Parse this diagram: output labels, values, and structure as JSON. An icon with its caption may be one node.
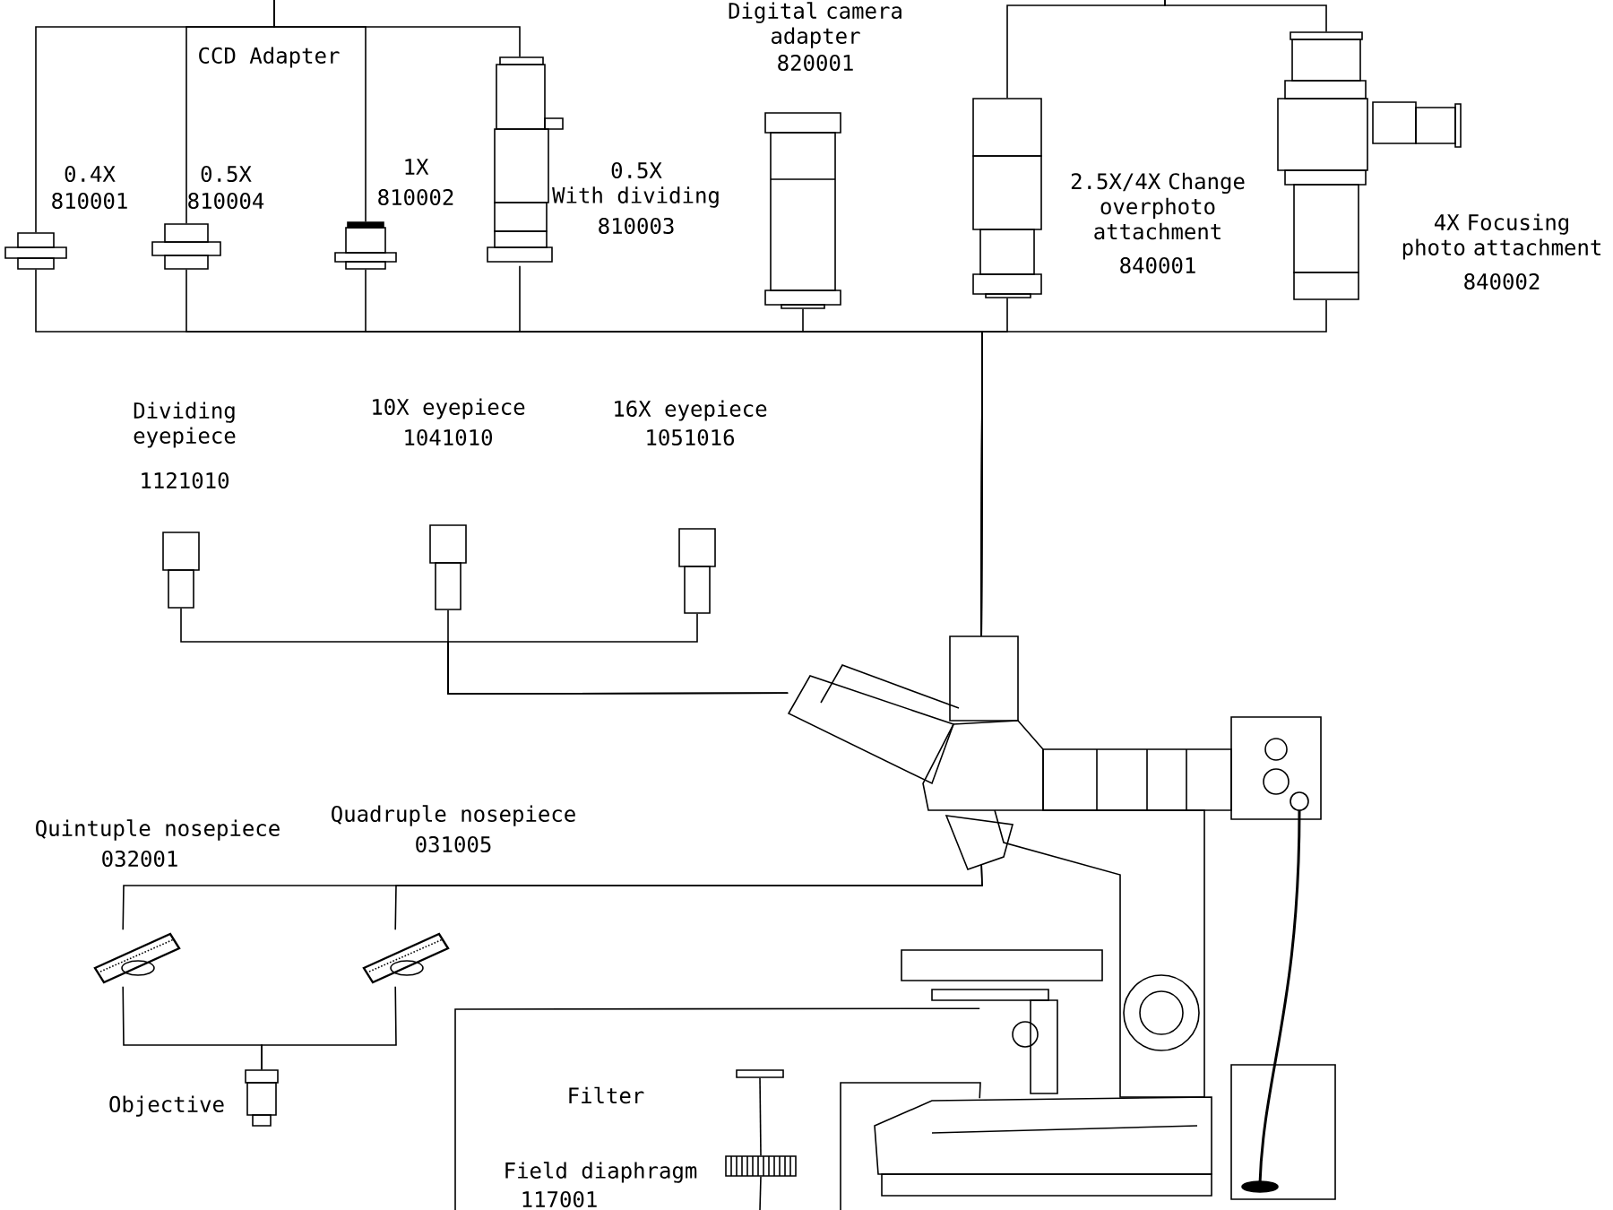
{
  "diagram": {
    "nodes": [
      {
        "text": [
          "0.4X",
          "810001"
        ]
      },
      {
        "text": [
          "0.5X",
          "810004"
        ]
      },
      {
        "text": [
          "1X",
          "810002"
        ]
      },
      {
        "text": [
          "0.5X",
          "With dividing",
          "810003"
        ]
      },
      {
        "text": [
          "Digital camera adapter",
          "820001"
        ]
      },
      {
        "text": [
          "2.5X/4X Change overphoto attachment",
          "840001"
        ]
      },
      {
        "text": [
          "4X Focusing photo attachment",
          "840002"
        ]
      },
      {
        "text": [
          "Dividing eyepiece",
          "1121010"
        ]
      },
      {
        "text": [
          "10X eyepiece",
          "1041010"
        ]
      },
      {
        "text": [
          "16X eyepiece",
          "1051016"
        ]
      },
      {
        "text": [],
        "shape": "picture"
      },
      {
        "text": [
          "Quintuple nosepiece",
          "032001"
        ]
      },
      {
        "text": [
          "Quadruple nosepiece",
          "031005"
        ]
      },
      {
        "text": [
          "Objective"
        ]
      },
      {
        "text": [
          "Filter"
        ]
      },
      {
        "text": [
          "Field diaphragm",
          "117001"
        ]
      }
    ],
    "edges": [
      {
        "from": 0,
        "to": null,
        "arrow": "none"
      },
      {
        "from": 1,
        "to": null,
        "arrow": "none"
      },
      {
        "from": 2,
        "to": null,
        "arrow": "none"
      },
      {
        "from": 3,
        "to": null,
        "arrow": "none"
      },
      {
        "from": 0,
        "to": 10,
        "arrow": "none"
      },
      {
        "from": 1,
        "to": 10,
        "arrow": "none"
      },
      {
        "from": 2,
        "to": 10,
        "arrow": "none"
      },
      {
        "from": 3,
        "to": 10,
        "arrow": "none"
      },
      {
        "from": 4,
        "to": 10,
        "arrow": "none"
      },
      {
        "from": 5,
        "to": 10,
        "arrow": "none"
      },
      {
        "from": 6,
        "to": 10,
        "arrow": "none"
      },
      {
        "from": 5,
        "to": null,
        "arrow": "none"
      },
      {
        "from": 6,
        "to": null,
        "arrow": "none"
      },
      {
        "from": 7,
        "to": 10,
        "arrow": "none"
      },
      {
        "from": 8,
        "to": 10,
        "arrow": "none"
      },
      {
        "from": 9,
        "to": 10,
        "arrow": "none"
      },
      {
        "from": 11,
        "to": 10,
        "arrow": "none"
      },
      {
        "from": 12,
        "to": 10,
        "arrow": "none"
      },
      {
        "from": 13,
        "to": 11,
        "arrow": "none"
      },
      {
        "from": 13,
        "to": 12,
        "arrow": "none"
      },
      {
        "from": 10,
        "to": null,
        "arrow": "none"
      },
      {
        "from": 10,
        "to": null,
        "arrow": "none"
      },
      {
        "from": 14,
        "to": 15,
        "arrow": "none"
      },
      {
        "from": 15,
        "to": null,
        "arrow": "none"
      }
    ],
    "labels": [
      "CCD Adapter"
    ]
  }
}
